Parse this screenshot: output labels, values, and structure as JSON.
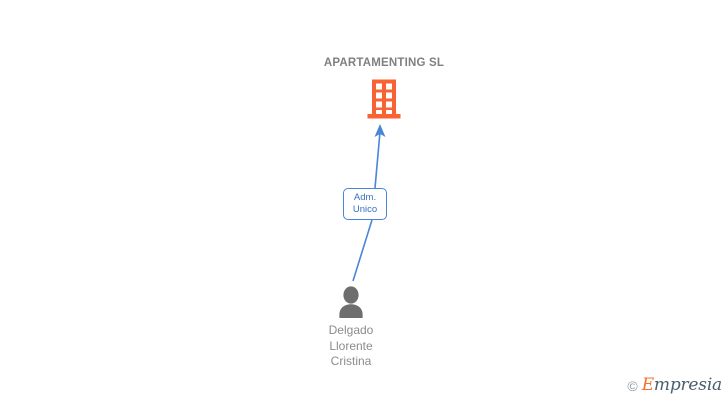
{
  "diagram": {
    "type": "org-chart",
    "background_color": "#ffffff",
    "company": {
      "name": "APARTAMENTING SL",
      "icon": "building-icon",
      "icon_color": "#f96233",
      "label_color": "#808080"
    },
    "relationship": {
      "label_lines": [
        "Adm.",
        "Unico"
      ],
      "full_label": "Adm. Unico",
      "border_color": "#4a86d8",
      "text_color": "#3a6fc4"
    },
    "person": {
      "name_lines": [
        "Delgado",
        "Llorente",
        "Cristina"
      ],
      "full_name": "Delgado Llorente Cristina",
      "icon": "person-avatar-icon",
      "icon_color": "#6e6e6e",
      "label_color": "#8c8c8c"
    },
    "connectors": {
      "color": "#4a86d8",
      "arrow_direction": "up",
      "description": "person connects to role box, role box connects with arrow to company"
    }
  },
  "watermark": {
    "copyright_symbol": "©",
    "brand_initial": "E",
    "brand_rest": "mpresia",
    "brand_full": "Empresia",
    "initial_color": "#f4722b",
    "rest_color": "#48606e"
  }
}
